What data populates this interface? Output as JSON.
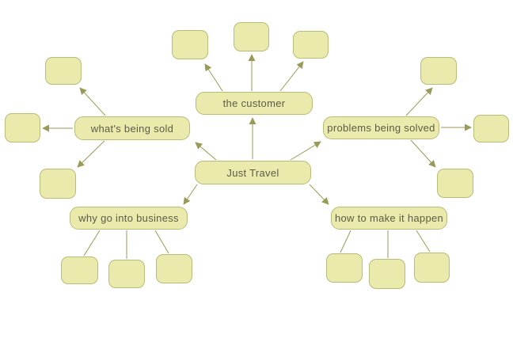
{
  "palette": {
    "background": "#ffffff",
    "node_fill": "#e9eaab",
    "node_border": "#b9bb79",
    "connector": "#9a9a58",
    "text": "#5c5c45"
  },
  "map": {
    "center": {
      "label": "Just Travel"
    },
    "branches": [
      {
        "id": "the-customer",
        "label": "the customer",
        "position": "top",
        "child_connector": "arrow",
        "children": [
          "",
          "",
          ""
        ]
      },
      {
        "id": "whats-being-sold",
        "label": "what's being sold",
        "position": "left",
        "child_connector": "arrow",
        "children": [
          "",
          "",
          ""
        ]
      },
      {
        "id": "problems-being-solved",
        "label": "problems being solved",
        "position": "right",
        "child_connector": "arrow",
        "children": [
          "",
          "",
          ""
        ]
      },
      {
        "id": "why-go-into-business",
        "label": "why go into business",
        "position": "bottom-left",
        "child_connector": "line",
        "children": [
          "",
          "",
          ""
        ]
      },
      {
        "id": "how-to-make-it-happen",
        "label": "how to make it happen",
        "position": "bottom-right",
        "child_connector": "line",
        "children": [
          "",
          "",
          ""
        ]
      }
    ]
  }
}
